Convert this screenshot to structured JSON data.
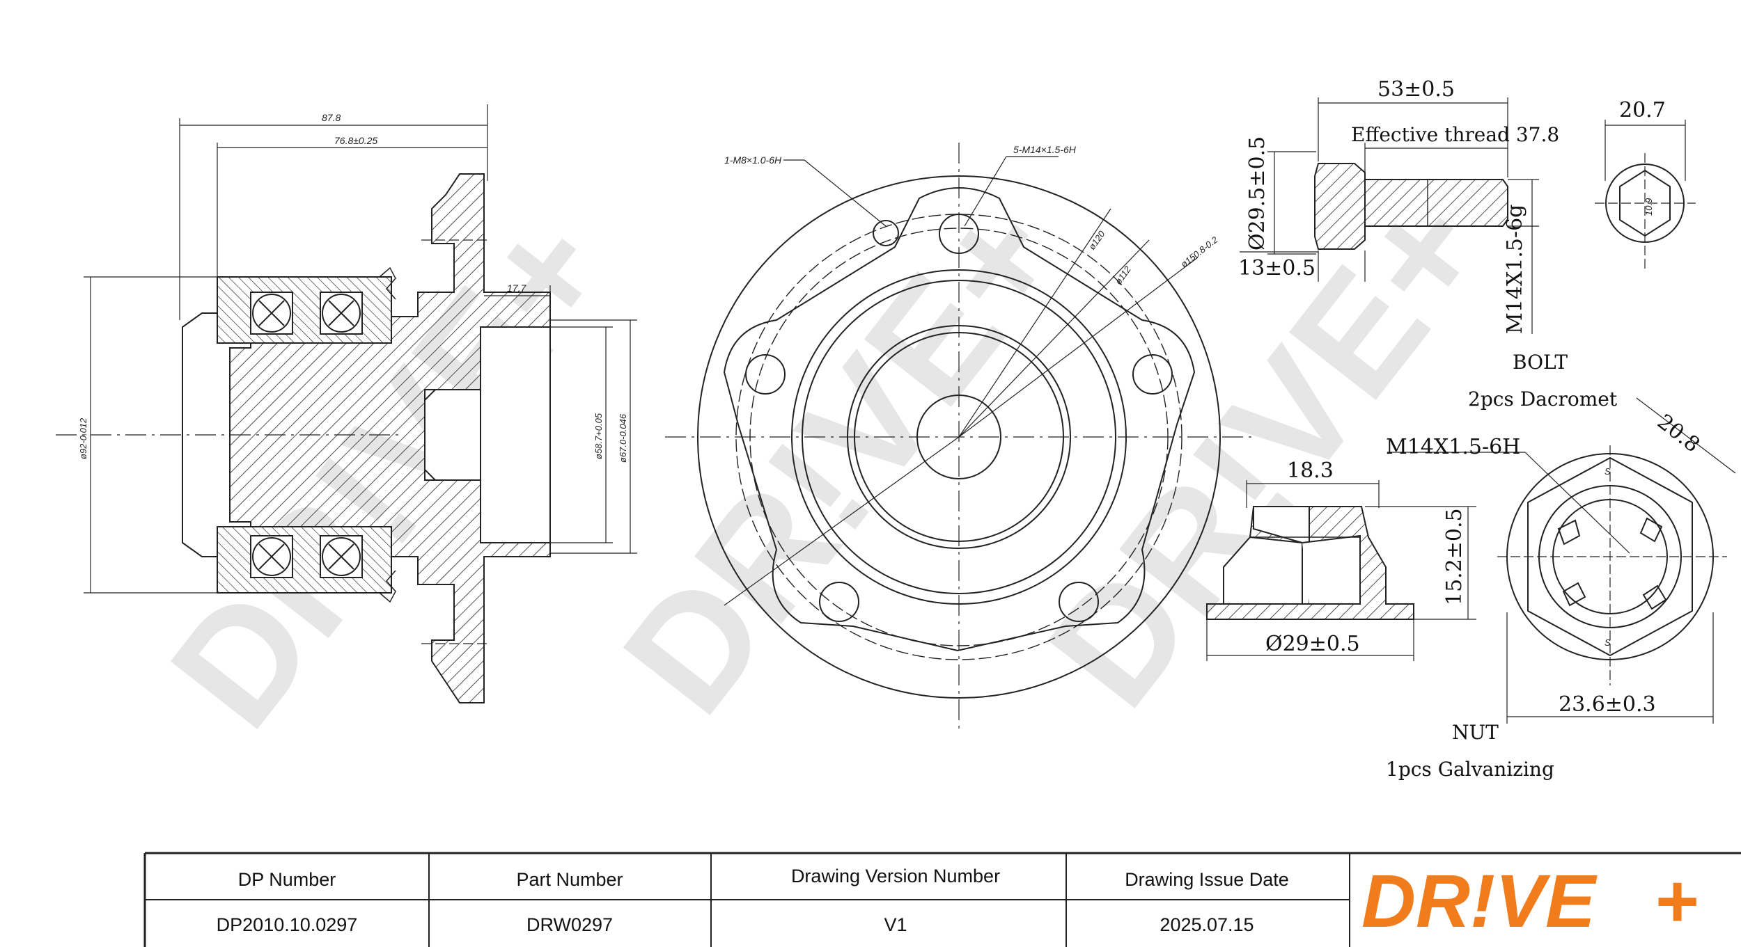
{
  "watermark": "DR!VE+",
  "hub_dims": {
    "overall_length": "87.8",
    "flange_length": "76.8±0.25",
    "spigot_depth": "17.7",
    "outer_diameter": "ø92-0.012",
    "pilot_diameter": "ø58.7+0.05",
    "pilot_outer": "ø67.0-0.046",
    "center_thread": "1-M8×1.0-6H",
    "stud_threads": "5-M14×1.5-6H",
    "pcd_120": "ø120",
    "pcd_112": "ø112",
    "flange_dia": "ø150.8-0.2"
  },
  "bolt": {
    "length": "53±0.5",
    "effective_thread": "Effective thread 37.8",
    "head_dia": "Ø29.5±0.5",
    "head_height": "13±0.5",
    "thread": "M14X1.5-6g",
    "hex": "20.7",
    "socket": "10.9",
    "title": "BOLT",
    "spec": "2pcs  Dacromet"
  },
  "nut": {
    "thread": "M14X1.5-6H",
    "width": "18.3",
    "height": "15.2±0.5",
    "flange_dia": "Ø29±0.5",
    "hex": "20.8",
    "across_corners": "23.6±0.3",
    "title": "NUT",
    "spec": "1pcs  Galvanizing",
    "marks": [
      "S",
      "S"
    ]
  },
  "title_block": {
    "headers": [
      "DP Number",
      "Part Number",
      "Drawing Version Number",
      "Drawing Issue Date"
    ],
    "values": [
      "DP2010.10.0297",
      "DRW0297",
      "V1",
      "2025.07.15"
    ]
  },
  "logo": {
    "text_main": "DR!VE",
    "text_plus": "+",
    "color": "#f07c1c"
  }
}
